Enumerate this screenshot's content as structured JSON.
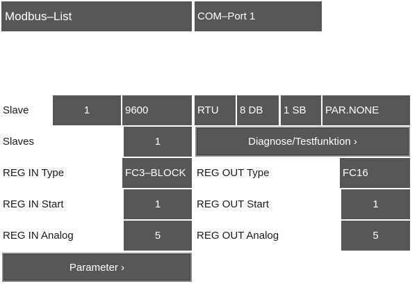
{
  "header": {
    "title": "Modbus–List",
    "port": "COM–Port 1"
  },
  "slave": {
    "label": "Slave",
    "id": "1",
    "baud": "9600",
    "mode": "RTU",
    "databits": "8 DB",
    "stopbits": "1 SB",
    "parity": "PAR.NONE"
  },
  "slaves": {
    "label": "Slaves",
    "value": "1",
    "diagnose_button": "Diagnose/Testfunktion ›"
  },
  "reg_in": {
    "type_label": "REG IN Type",
    "type_value": "FC3–BLOCK",
    "start_label": "REG IN Start",
    "start_value": "1",
    "analog_label": "REG IN Analog",
    "analog_value": "5"
  },
  "reg_out": {
    "type_label": "REG OUT Type",
    "type_value": "FC16",
    "start_label": "REG OUT Start",
    "start_value": "1",
    "analog_label": "REG OUT Analog",
    "analog_value": "5"
  },
  "parameter_button": "Parameter ›"
}
